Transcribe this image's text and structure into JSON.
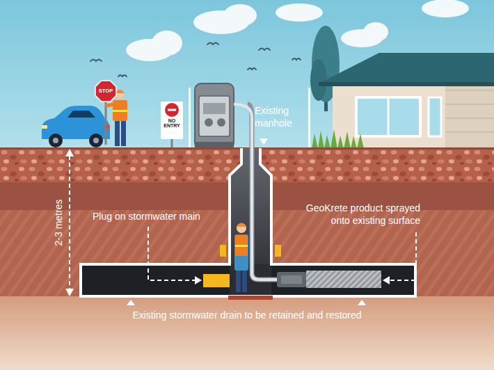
{
  "diagram": {
    "nodes": [
      {
        "text": [
          "STOP"
        ]
      },
      {
        "text": [
          "NO ENTRY"
        ]
      }
    ],
    "labels": [
      "Existing manhole",
      "2-3 metres",
      "Plug on stormwater main",
      "GeoKrete product sprayed onto existing surface",
      "Existing stormwater drain to be retained and restored"
    ]
  }
}
